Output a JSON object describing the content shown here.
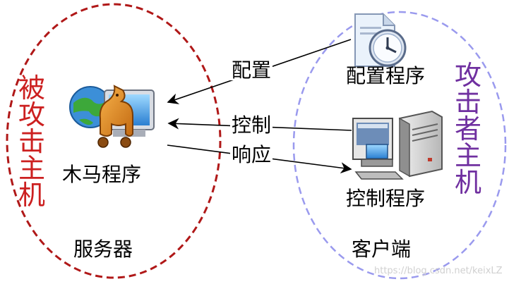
{
  "diagram": {
    "victim_host": {
      "title_chars": [
        "被",
        "攻",
        "击",
        "主",
        "机"
      ],
      "service_label": "服务器",
      "program_label": "木马程序",
      "title_color": "#cc2020",
      "border_color": "#b01818"
    },
    "attacker_host": {
      "title_chars": [
        "攻",
        "击",
        "者",
        "主",
        "机"
      ],
      "client_label": "客户端",
      "config_program_label": "配置程序",
      "control_program_label": "控制程序",
      "title_color": "#7030a0",
      "border_color": "#9999ee"
    },
    "arrows": {
      "config": "配置",
      "control": "控制",
      "response": "响应"
    },
    "icons": {
      "trojan": "trojan-horse-icon",
      "config": "clock-document-icon",
      "control": "computer-server-icon"
    },
    "watermark": "https://blog.csdn.net/keixLZ"
  }
}
